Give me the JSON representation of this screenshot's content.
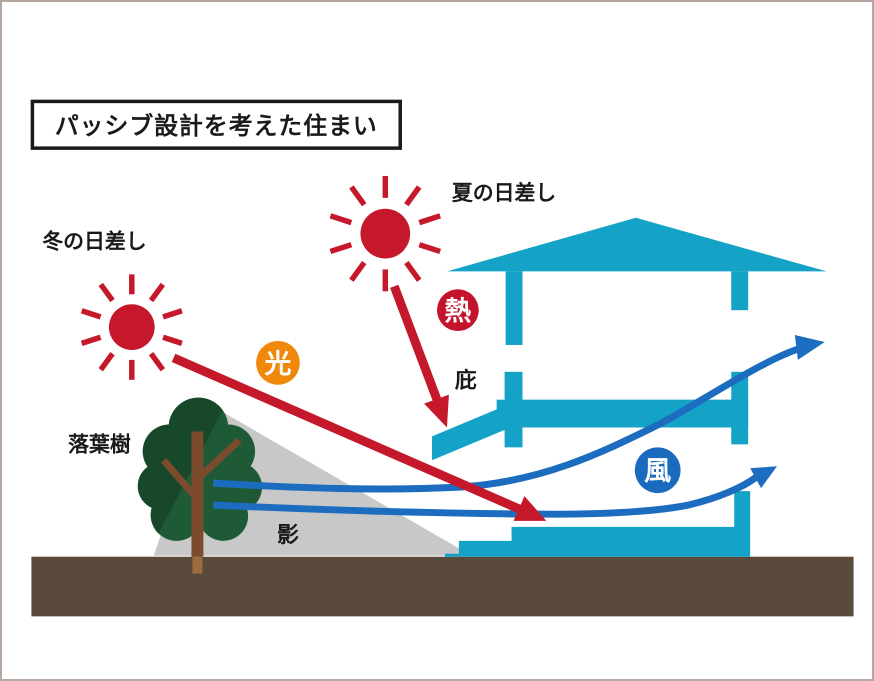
{
  "title": "パッシブ設計を考えた住まい",
  "labels": {
    "winter_sun": "冬の日差し",
    "summer_sun": "夏の日差し",
    "eaves": "庇",
    "shadow": "影",
    "deciduous_tree": "落葉樹"
  },
  "badges": {
    "heat": "熱",
    "light": "光",
    "wind": "風"
  },
  "colors": {
    "house_cyan": "#14A2C7",
    "sun_red": "#C5182B",
    "heat_red": "#C3142C",
    "light_orange": "#F0880C",
    "wind_blue": "#1C6DBF",
    "wind_badge_blue": "#1A6BBE",
    "ground_brown": "#594A3B",
    "shadow_gray": "#C8C8C8",
    "tree_green": "#1E5A36",
    "tree_green_dark": "#17482A",
    "trunk_brown": "#7C4B2E",
    "trunk_light_brown": "#9C6B3E",
    "text_black": "#1A1A1A",
    "frame_gray": "#B5A7A0"
  }
}
